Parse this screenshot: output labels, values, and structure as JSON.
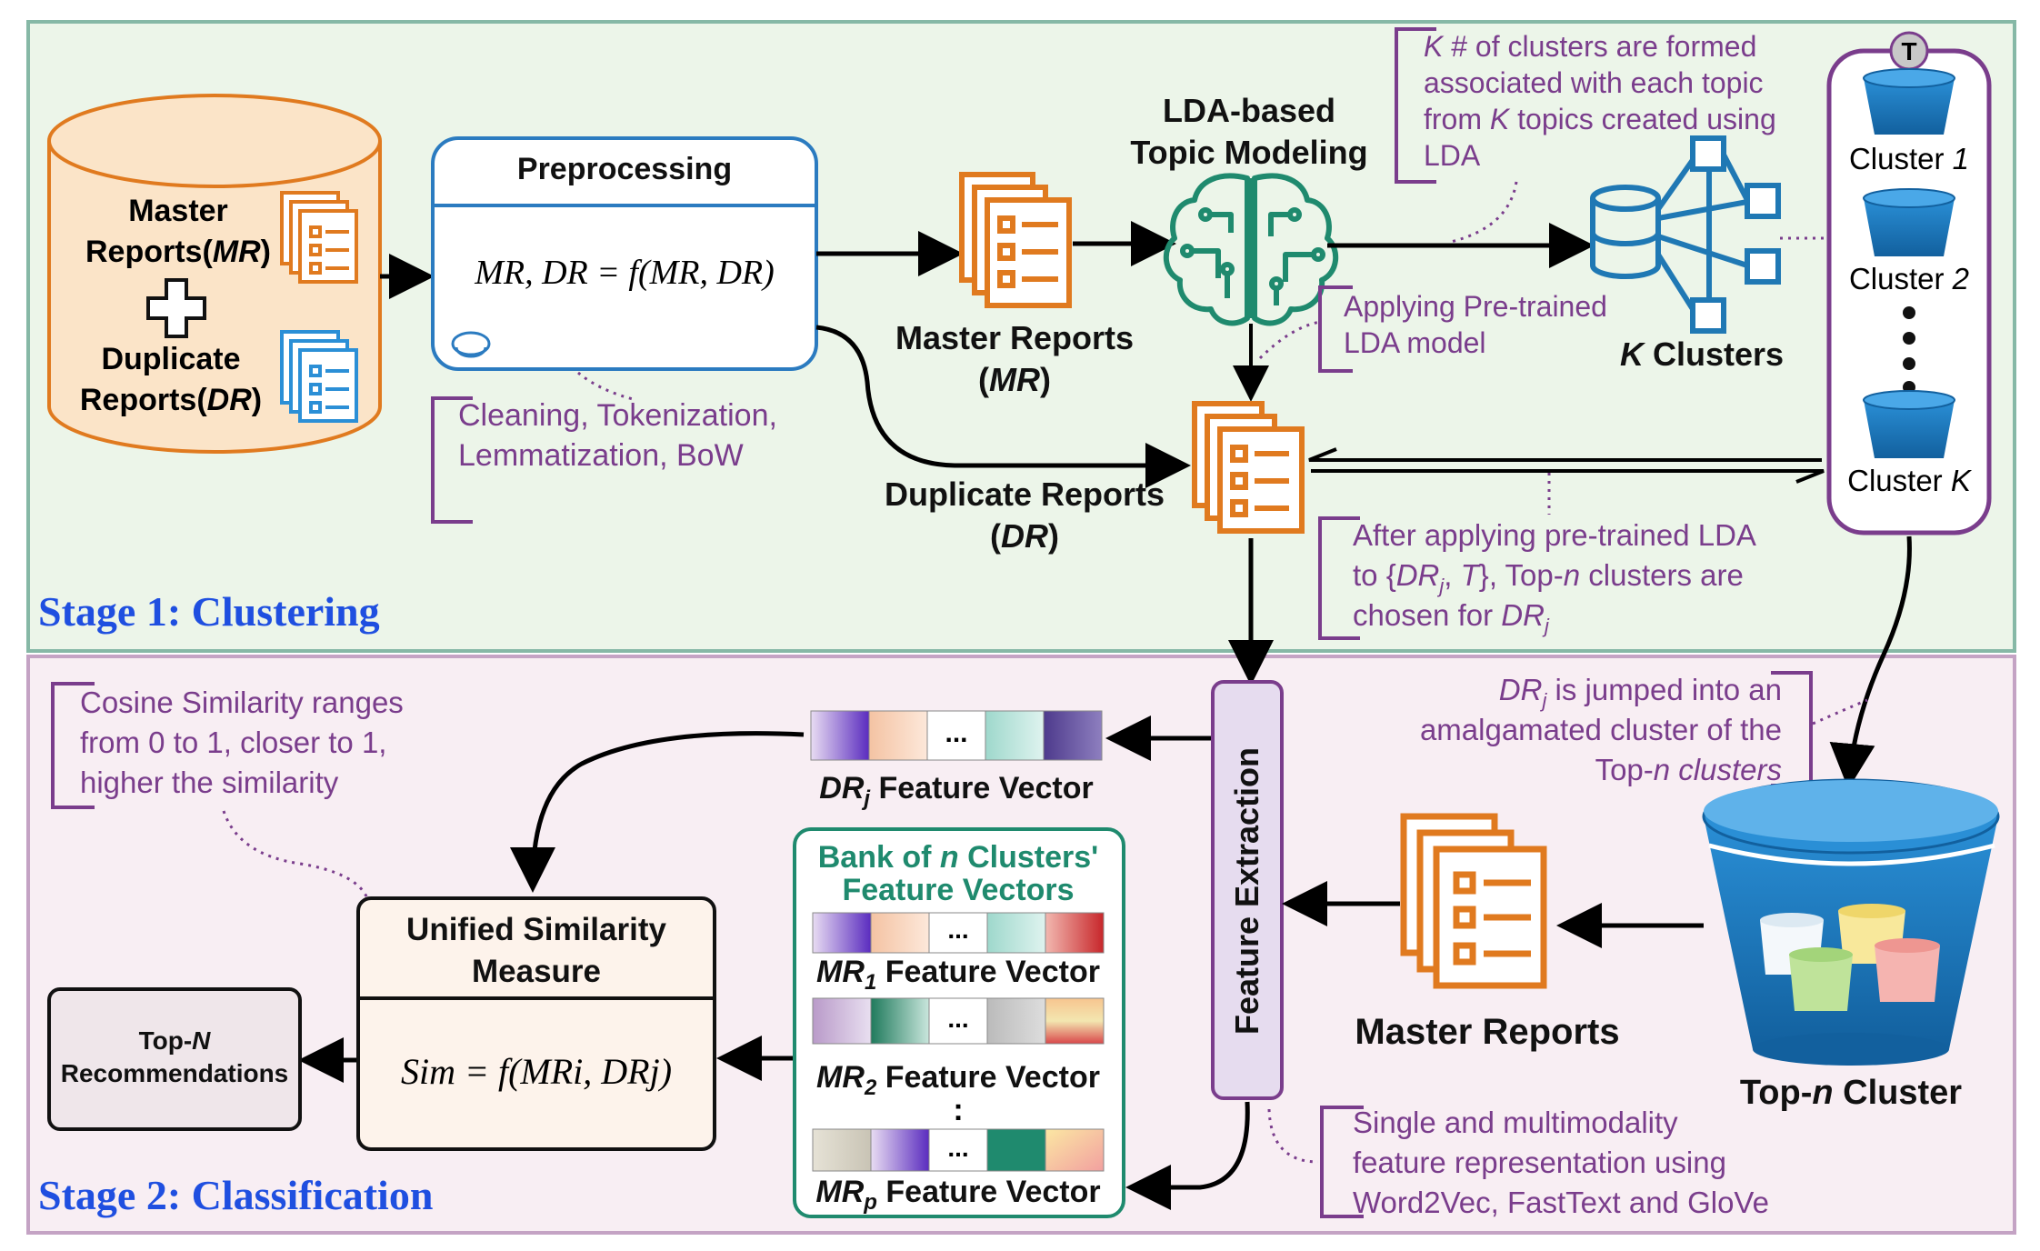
{
  "stage1": {
    "label": "Stage 1: Clustering",
    "db": {
      "master_line1": "Master",
      "master_line2": "Reports(",
      "master_abbr": "MR",
      "master_close": ")",
      "duplicate_line1": "Duplicate",
      "duplicate_line2": "Reports(",
      "duplicate_abbr": "DR",
      "duplicate_close": ")"
    },
    "preprocessing": {
      "title": "Preprocessing",
      "formula": "MR, DR = f(MR, DR)"
    },
    "preprocessing_note": [
      "Cleaning, Tokenization,",
      "Lemmatization, BoW"
    ],
    "master_reports": {
      "line1": "Master Reports",
      "line2_open": "(",
      "abbr": "MR",
      "line2_close": ")"
    },
    "duplicate_reports": {
      "line1": "Duplicate Reports",
      "line2_open": "(",
      "abbr": "DR",
      "line2_close": ")"
    },
    "lda": {
      "line1": "LDA-based",
      "line2": "Topic Modeling"
    },
    "lda_note": [
      "Applying Pre-trained",
      "LDA model"
    ],
    "clusters_note": {
      "k1": "K",
      "line1_rest": " # of clusters are formed",
      "line2": "associated with each topic",
      "line3_pre": "from ",
      "k2": "K",
      "line3_post": " topics created using",
      "line4": "LDA"
    },
    "k_clusters": {
      "k": "K",
      "label": " Clusters"
    },
    "cluster_panel": {
      "t_badge": "T",
      "cluster1": "Cluster ",
      "cluster1_n": "1",
      "cluster2": "Cluster ",
      "cluster2_n": "2",
      "clusterK": "Cluster ",
      "clusterK_n": "K"
    },
    "topn_note": {
      "line1": "After applying pre-trained LDA",
      "line2_pre": "to {",
      "dr": "DR",
      "j": "j",
      "comma": ", ",
      "t": "T",
      "line2_post": "}, Top-",
      "n": "n",
      "line2_end": " clusters are",
      "line3_pre": "chosen for ",
      "dr2": "DR",
      "j2": "j"
    }
  },
  "stage2": {
    "label": "Stage 2: Classification",
    "cosine_note": [
      "Cosine Similarity ranges",
      "from 0 to 1, closer to 1,",
      "higher the similarity"
    ],
    "dr_vector": {
      "dr": "DR",
      "j": "j",
      "label": " Feature Vector",
      "dots": "..."
    },
    "feature_extraction": "Feature Extraction",
    "jump_note": {
      "dr": "DR",
      "j": "j",
      "line1_post": " is jumped into an",
      "line2": "amalgamated cluster of the",
      "line3_pre": "Top-",
      "n": "n",
      "line3_post": " clusters"
    },
    "bank": {
      "title1_pre": "Bank of ",
      "title1_n": "n",
      "title1_post": " Clusters'",
      "title2": "Feature Vectors",
      "mr1": "MR",
      "mr1_sub": "1",
      "mr2": "MR",
      "mr2_sub": "2",
      "mrp": "MR",
      "mrp_sub": "p",
      "fv": " Feature Vector",
      "dots": "...",
      "vdots": ":"
    },
    "usm": {
      "line1": "Unified Similarity",
      "line2": "Measure",
      "formula": "Sim = f(MRi, DRj)"
    },
    "topN": {
      "line1_pre": "Top-",
      "line1_n": "N",
      "line2": "Recommendations"
    },
    "master_reports": "Master Reports",
    "topn_cluster": {
      "pre": "Top-",
      "n": "n",
      "post": " Cluster"
    },
    "multimodal_note": [
      "Single and multimodality",
      "feature representation using",
      "Word2Vec, FastText and GloVe"
    ]
  },
  "colors": {
    "stage1_bg": "#ecf5e9",
    "stage1_border": "#86b8a6",
    "stage2_bg": "#f8eef3",
    "stage2_border": "#c4a3c4",
    "orange": "#e07a1f",
    "blue": "#1f78b4",
    "teal": "#1f8a6e",
    "purple": "#7a3d8c",
    "stage_label": "#1f4fe0"
  }
}
